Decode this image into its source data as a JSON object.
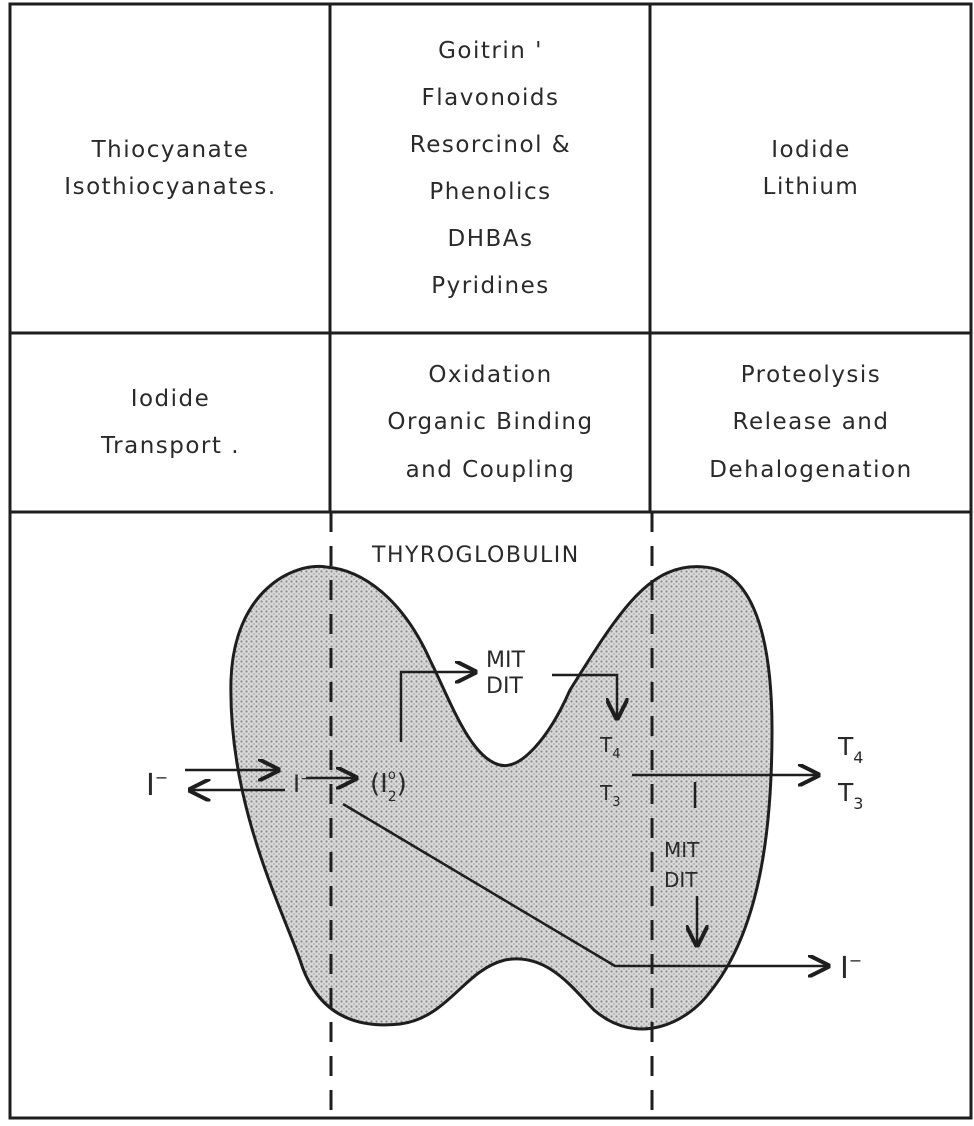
{
  "inhibitors": [
    {
      "lines": [
        "Thiocyanate",
        "Isothiocyanates."
      ]
    },
    {
      "lines": [
        "Goitrin '",
        "Flavonoids",
        "Resorcinol &",
        "Phenolics",
        "DHBAs",
        "Pyridines"
      ]
    },
    {
      "lines": [
        "Iodide",
        "Lithium"
      ]
    }
  ],
  "processes": [
    {
      "lines": [
        "Iodide",
        "Transport ."
      ]
    },
    {
      "lines": [
        "Oxidation",
        "Organic Binding",
        "and Coupling"
      ]
    },
    {
      "lines": [
        "Proteolysis",
        "Release and",
        "Dehalogenation"
      ]
    }
  ],
  "diagram": {
    "title": "THYROGLOBULIN",
    "iodide_in": "I",
    "iodide_in_sup": "−",
    "iodide_cell": "I",
    "iodide_cell_sup": "−",
    "oxidized": "(I",
    "oxidized_sup": "o",
    "oxidized_sub": "2",
    "oxidized_end": ")",
    "mit_top": "MIT",
    "dit_top": "DIT",
    "t_upper_base": "T",
    "t_upper_sub": "4",
    "t_lower_base": "T",
    "t_lower_sub": "3",
    "t4_out_base": "T",
    "t4_out_sub": "4",
    "t3_out_base": "T",
    "t3_out_sub": "3",
    "mit_bottom": "MIT",
    "dit_bottom": "DIT",
    "iodide_out": "I",
    "iodide_out_sup": "−"
  },
  "colors": {
    "line": "#1e1e1e",
    "fill": "#cfcfcf",
    "text": "#2a2a2a"
  }
}
